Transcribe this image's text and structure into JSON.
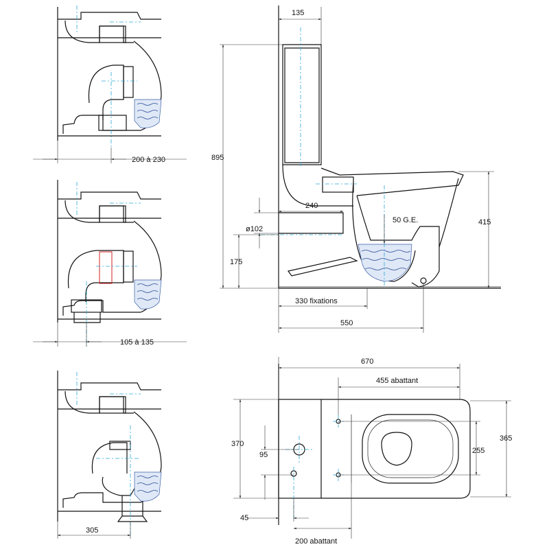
{
  "dimensions": {
    "d135": "135",
    "d895": "895",
    "d240": "240",
    "d102": "ø102",
    "d175": "175",
    "d50ge": "50 G.E.",
    "d415": "415",
    "d330": "330 fixations",
    "d550": "550",
    "d670": "670",
    "d455": "455 abattant",
    "d370": "370",
    "d95": "95",
    "d255": "255",
    "d365": "365",
    "d45": "45",
    "d200": "200 abattant"
  },
  "variants": {
    "v1": "200 à 230",
    "v2": "105 à 135",
    "v3": "305"
  },
  "colors": {
    "axis": "#2aa6d8",
    "water": "#dfe8f6",
    "water_line": "#2e4f9c",
    "highlight": "#d12020"
  }
}
